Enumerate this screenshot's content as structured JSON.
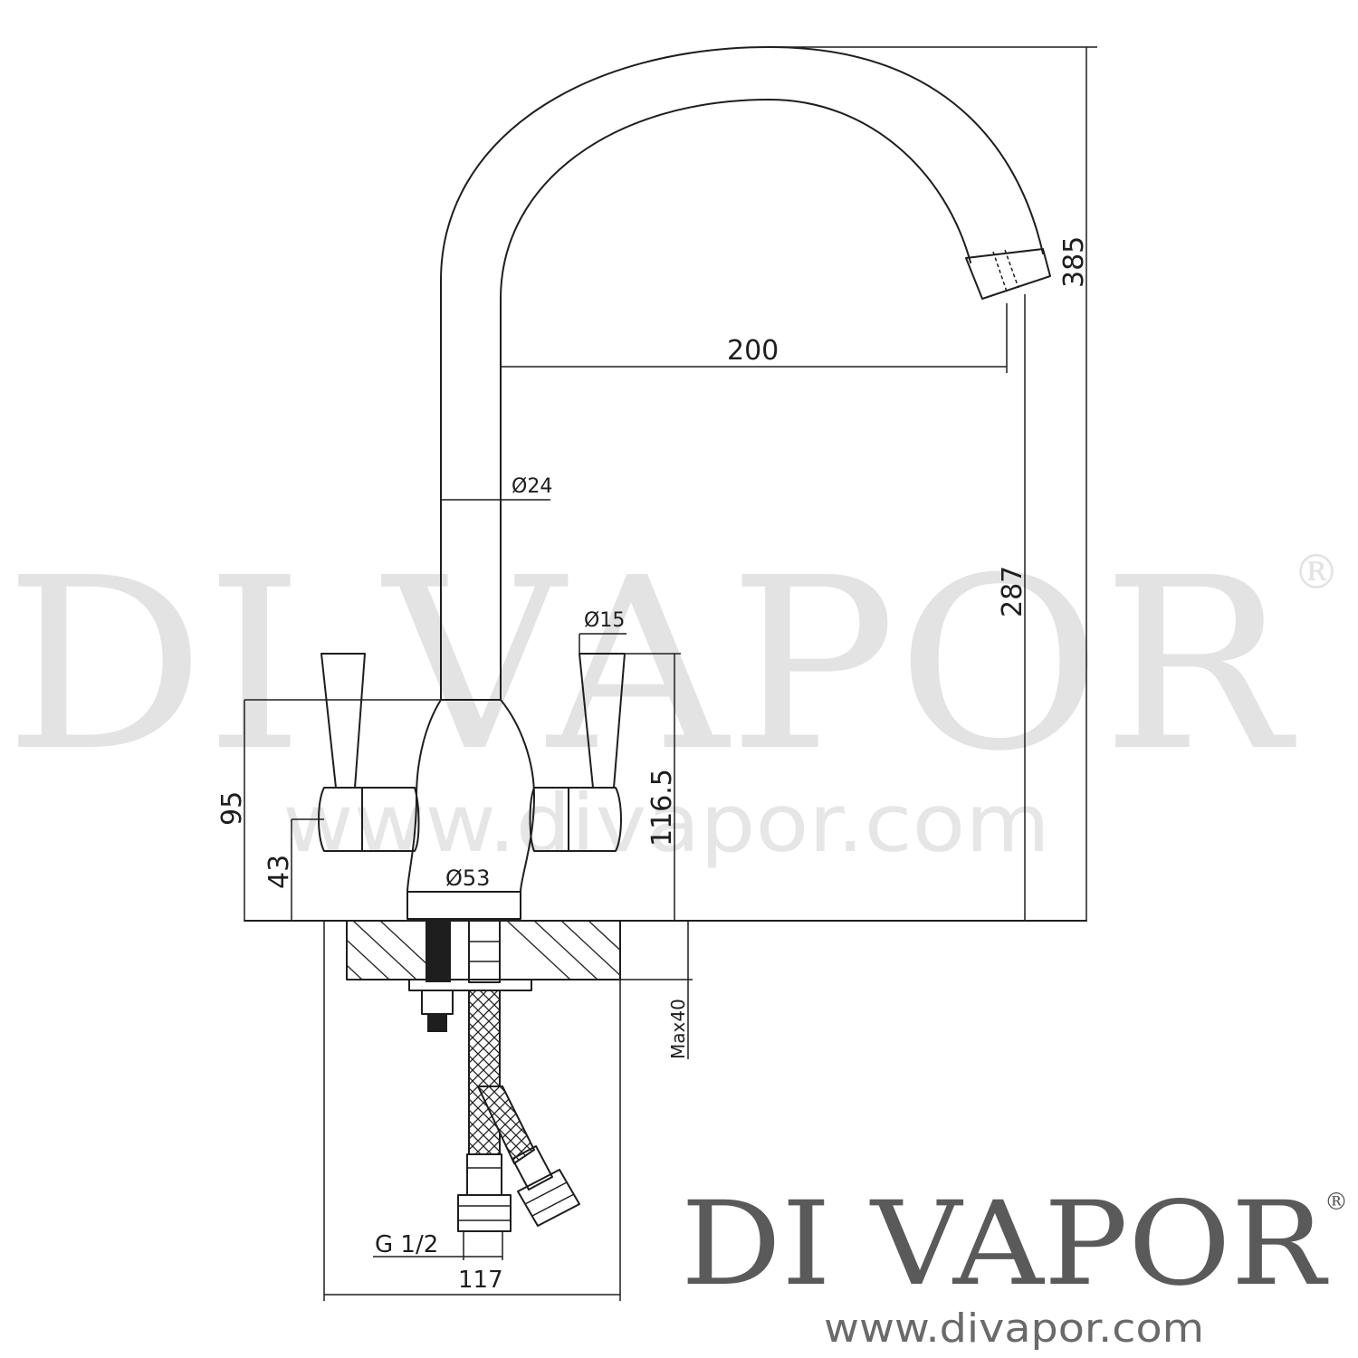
{
  "watermark": {
    "brand": "DI VAPOR",
    "registered": "®",
    "url": "www.divapor.com"
  },
  "logo": {
    "brand": "DI VAPOR",
    "registered": "®",
    "url": "www.divapor.com"
  },
  "dimensions": {
    "spout_reach": "200",
    "total_height": "385",
    "spout_outlet_height": "287",
    "spout_diameter": "Ø24",
    "handle_diameter": "Ø15",
    "body_height": "95",
    "handle_axis_height": "43",
    "handle_top_height": "116.5",
    "base_diameter": "Ø53",
    "max_deck_thickness": "Max40",
    "connection_thread": "G 1/2",
    "overall_width": "117"
  }
}
